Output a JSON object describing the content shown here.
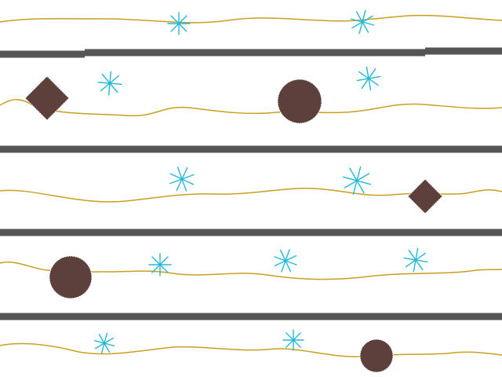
{
  "colors": {
    "background": "#ffffff",
    "barrier": "#555555",
    "path": "#c8a020",
    "asterisk": "#22b8d6",
    "obstacle": "#5d3f3c",
    "obstacle_outline": "#ffffff"
  },
  "scene": {
    "lanes": [
      {
        "name": "lane-1",
        "items": [
          {
            "type": "asterisk",
            "icon": "sparkle-icon"
          },
          {
            "type": "asterisk",
            "icon": "sparkle-icon"
          }
        ]
      },
      {
        "name": "lane-2",
        "items": [
          {
            "type": "diamond",
            "icon": "diamond-obstacle-icon"
          },
          {
            "type": "asterisk",
            "icon": "sparkle-icon"
          },
          {
            "type": "circle",
            "icon": "circle-obstacle-icon"
          },
          {
            "type": "asterisk",
            "icon": "sparkle-icon"
          }
        ]
      },
      {
        "name": "lane-3",
        "items": [
          {
            "type": "asterisk",
            "icon": "sparkle-icon"
          },
          {
            "type": "asterisk",
            "icon": "sparkle-icon"
          },
          {
            "type": "diamond",
            "icon": "diamond-obstacle-icon"
          }
        ]
      },
      {
        "name": "lane-4",
        "items": [
          {
            "type": "circle",
            "icon": "circle-obstacle-icon"
          },
          {
            "type": "asterisk",
            "icon": "sparkle-icon"
          },
          {
            "type": "asterisk",
            "icon": "sparkle-icon"
          },
          {
            "type": "asterisk",
            "icon": "sparkle-icon"
          }
        ]
      },
      {
        "name": "lane-5",
        "items": [
          {
            "type": "asterisk",
            "icon": "sparkle-icon"
          },
          {
            "type": "asterisk",
            "icon": "sparkle-icon"
          },
          {
            "type": "circle",
            "icon": "circle-obstacle-icon"
          }
        ]
      }
    ],
    "barriers": 4
  }
}
